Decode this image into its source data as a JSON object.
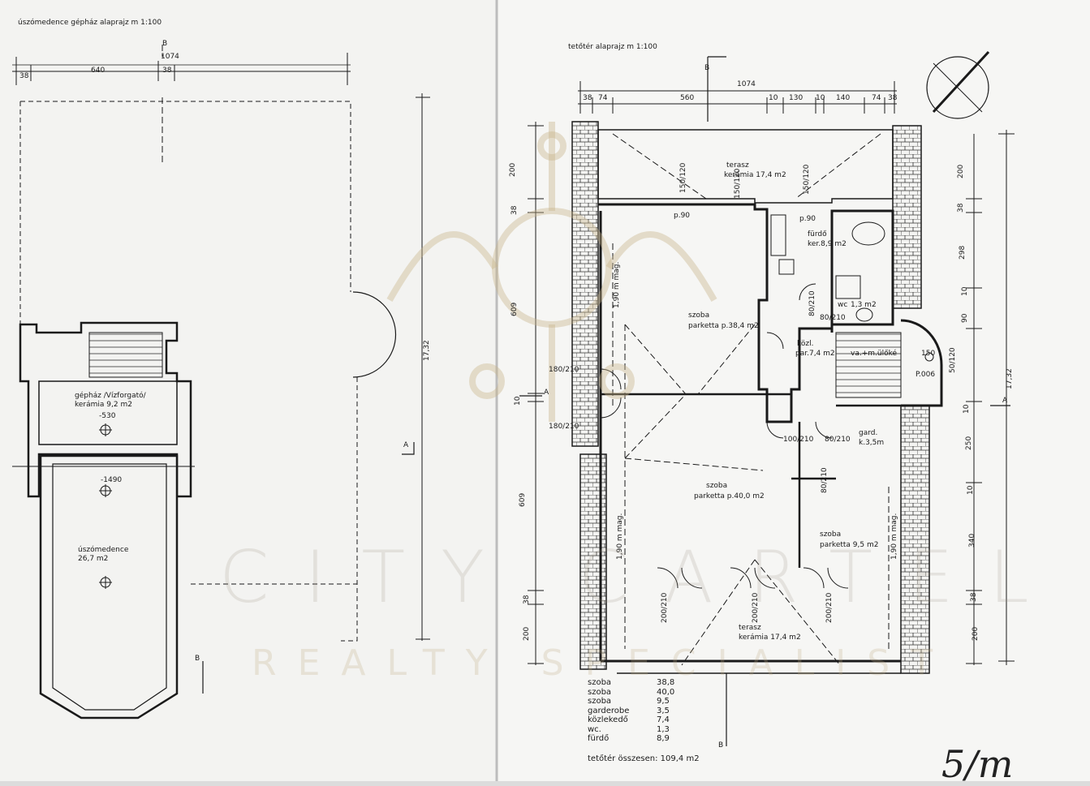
{
  "left_plan": {
    "title": "úszómedence gépház alaprajz  m 1:100",
    "dims_top": [
      "1074",
      "38",
      "640",
      "38"
    ],
    "dim_total_vertical": "17,32",
    "section_marks": [
      "B",
      "B",
      "A"
    ],
    "rooms": {
      "machine_room_label": "gépház /Vízforgató/ kerámia 9,2 m2",
      "machine_room_level": "-530",
      "pool_level": "-1490",
      "pool_label": "úszómedence 26,7 m2"
    }
  },
  "right_plan": {
    "title": "tetőtér alaprajz  m 1:100",
    "section_marks": [
      "B",
      "A",
      "A",
      "B"
    ],
    "dims_top_total": "1074",
    "dims_top": [
      "38",
      "74",
      "560",
      "10",
      "130",
      "10",
      "140",
      "74",
      "38"
    ],
    "dims_left": [
      "200",
      "38",
      "609",
      "10",
      "609",
      "38",
      "200"
    ],
    "dims_right": [
      "200",
      "38",
      "298",
      "10",
      "90",
      "10",
      "250",
      "10",
      "340",
      "38",
      "200"
    ],
    "dim_total_vertical": "17,32",
    "rooms": [
      {
        "name": "terasz",
        "finish": "kerámia 17,4 m2"
      },
      {
        "name": "fürdő",
        "finish": "ker.8,9 m2"
      },
      {
        "name": "szoba",
        "finish": "parketta p.38,4 m2"
      },
      {
        "name": "közl.",
        "finish": "par.7,4 m2"
      },
      {
        "name": "wc",
        "finish": "1,3 m2"
      },
      {
        "name": "va.+m.ülőké",
        "finish": ""
      },
      {
        "name": "gard.",
        "finish": "k.3,5m"
      },
      {
        "name": "szoba",
        "finish": "parketta p.40,0 m2"
      },
      {
        "name": "szoba",
        "finish": "parketta 9,5 m2"
      },
      {
        "name": "terasz",
        "finish": "kerámia 17,4 m2"
      }
    ],
    "openings": [
      "150/120",
      "150/120",
      "150/120",
      "p.90",
      "p.90",
      "80/210",
      "80/210",
      "180/210",
      "180/210",
      "100/210",
      "80/210",
      "80/210",
      "200/210",
      "200/210",
      "200/210",
      "50/120",
      "150"
    ],
    "heights": [
      "1,90 m mag.",
      "1,90 m mag.",
      "1,90 m mag."
    ],
    "level_mark": "P.006",
    "area_table": [
      {
        "name": "szoba",
        "value": "38,8"
      },
      {
        "name": "szoba",
        "value": "40,0"
      },
      {
        "name": "szoba",
        "value": "9,5"
      },
      {
        "name": "garderobe",
        "value": "3,5"
      },
      {
        "name": "közlekedő",
        "value": "7,4"
      },
      {
        "name": "wc.",
        "value": "1,3"
      },
      {
        "name": "fürdő",
        "value": "8,9"
      }
    ],
    "area_total": "tetőtér összesen: 109,4 m2"
  },
  "watermark": {
    "line1": "CITY CARTEL",
    "line2": "REALTY SPECIALIST"
  },
  "handwriting": "5/m",
  "colors": {
    "paper": "#f4f4f2",
    "ink": "#1a1a1a",
    "watermark": "#c8b48a"
  }
}
